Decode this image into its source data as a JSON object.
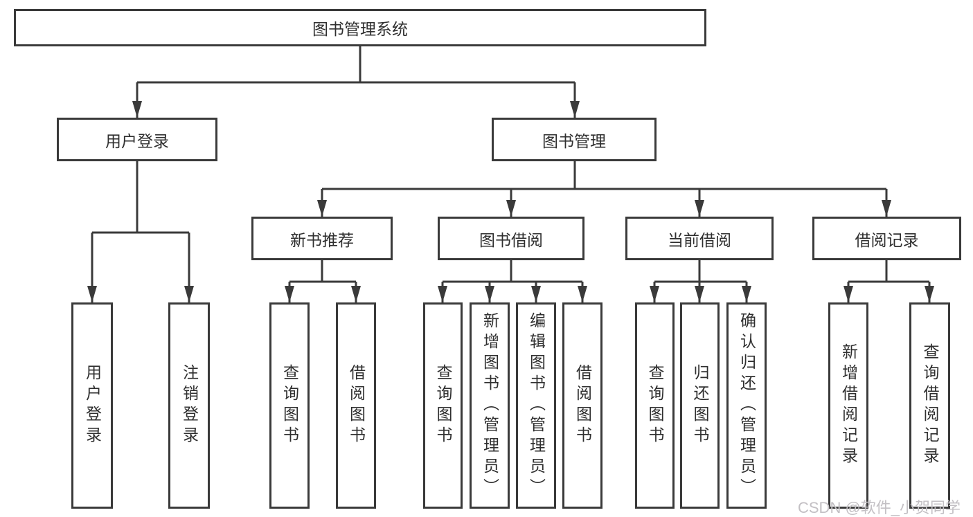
{
  "tree": {
    "root": {
      "label": "图书管理系统"
    },
    "branches": [
      {
        "label": "用户登录",
        "leaves": [
          {
            "label": "用户登录"
          },
          {
            "label": "注销登录"
          }
        ]
      },
      {
        "label": "图书管理",
        "groups": [
          {
            "label": "新书推荐",
            "leaves": [
              {
                "label": "查询图书"
              },
              {
                "label": "借阅图书"
              }
            ]
          },
          {
            "label": "图书借阅",
            "leaves": [
              {
                "label": "查询图书"
              },
              {
                "label": "新增图书（管理员）"
              },
              {
                "label": "编辑图书（管理员）"
              },
              {
                "label": "借阅图书"
              }
            ]
          },
          {
            "label": "当前借阅",
            "leaves": [
              {
                "label": "查询图书"
              },
              {
                "label": "归还图书"
              },
              {
                "label": "确认归还（管理员）"
              }
            ]
          },
          {
            "label": "借阅记录",
            "leaves": [
              {
                "label": "新增借阅记录"
              },
              {
                "label": "查询借阅记录"
              }
            ]
          }
        ]
      }
    ]
  },
  "colors": {
    "line": "#3a3a3a",
    "box_border": "#3a3a3a",
    "text": "#2f2f2f",
    "watermark": "#c3c0c4",
    "background": "#ffffff"
  },
  "watermark": {
    "text": "CSDN @软件_小贺同学"
  }
}
